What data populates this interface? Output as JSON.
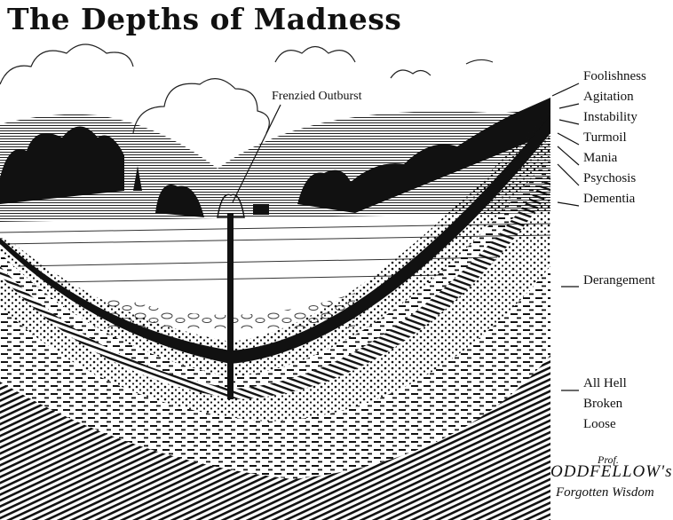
{
  "title": "The Depths of Madness",
  "callout": "Frenzied Outburst",
  "layers": [
    {
      "label": "Foolishness"
    },
    {
      "label": "Agitation"
    },
    {
      "label": "Instability"
    },
    {
      "label": "Turmoil"
    },
    {
      "label": "Mania"
    },
    {
      "label": "Psychosis"
    },
    {
      "label": "Dementia"
    },
    {
      "label": "Derangement"
    },
    {
      "label_lines": [
        "All Hell",
        "Broken",
        "Loose"
      ]
    }
  ],
  "signature": {
    "prefix": "Prof.",
    "name": "ODDFELLOW's",
    "subtitle": "Forgotten Wisdom"
  }
}
